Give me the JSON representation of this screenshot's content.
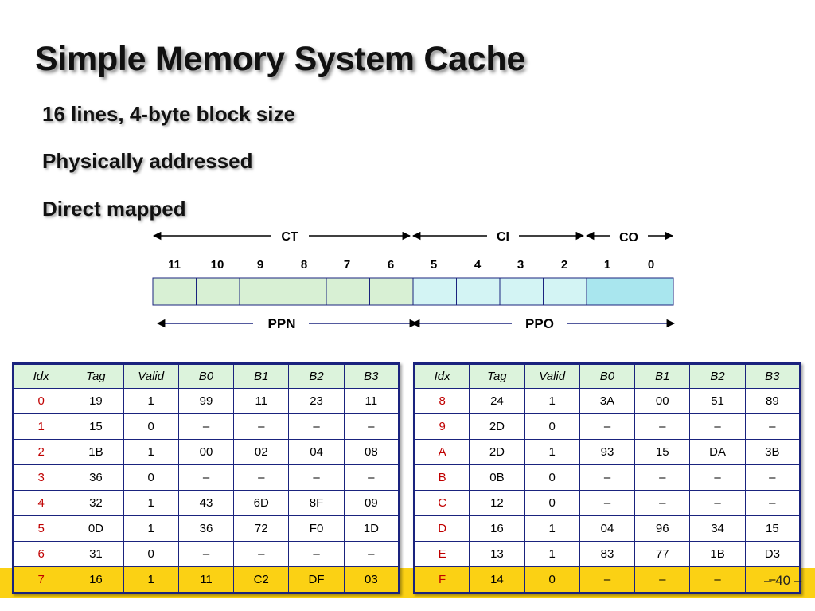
{
  "slide": {
    "title": "Simple Memory System Cache",
    "bullets": [
      "16 lines, 4-byte block size",
      "Physically addressed",
      "Direct mapped"
    ],
    "page_number": "– 40 –"
  },
  "address": {
    "fields": [
      {
        "label": "CT"
      },
      {
        "label": "CI"
      },
      {
        "label": "CO"
      }
    ],
    "bits": [
      "11",
      "10",
      "9",
      "8",
      "7",
      "6",
      "5",
      "4",
      "3",
      "2",
      "1",
      "0"
    ],
    "lower_fields": [
      {
        "label": "PPN"
      },
      {
        "label": "PPO"
      }
    ],
    "colors": {
      "ct": "#d8f0d4",
      "ci": "#d3f4f4",
      "co": "#a9e6ee",
      "border": "#1a237e",
      "header": "#dcf3dc",
      "highlight": "#fbd114",
      "index_text": "#c00000"
    }
  },
  "cache_left": {
    "headers": [
      "Idx",
      "Tag",
      "Valid",
      "B0",
      "B1",
      "B2",
      "B3"
    ],
    "rows": [
      [
        "0",
        "19",
        "1",
        "99",
        "11",
        "23",
        "11"
      ],
      [
        "1",
        "15",
        "0",
        "–",
        "–",
        "–",
        "–"
      ],
      [
        "2",
        "1B",
        "1",
        "00",
        "02",
        "04",
        "08"
      ],
      [
        "3",
        "36",
        "0",
        "–",
        "–",
        "–",
        "–"
      ],
      [
        "4",
        "32",
        "1",
        "43",
        "6D",
        "8F",
        "09"
      ],
      [
        "5",
        "0D",
        "1",
        "36",
        "72",
        "F0",
        "1D"
      ],
      [
        "6",
        "31",
        "0",
        "–",
        "–",
        "–",
        "–"
      ],
      [
        "7",
        "16",
        "1",
        "11",
        "C2",
        "DF",
        "03"
      ]
    ]
  },
  "cache_right": {
    "headers": [
      "Idx",
      "Tag",
      "Valid",
      "B0",
      "B1",
      "B2",
      "B3"
    ],
    "rows": [
      [
        "8",
        "24",
        "1",
        "3A",
        "00",
        "51",
        "89"
      ],
      [
        "9",
        "2D",
        "0",
        "–",
        "–",
        "–",
        "–"
      ],
      [
        "A",
        "2D",
        "1",
        "93",
        "15",
        "DA",
        "3B"
      ],
      [
        "B",
        "0B",
        "0",
        "–",
        "–",
        "–",
        "–"
      ],
      [
        "C",
        "12",
        "0",
        "–",
        "–",
        "–",
        "–"
      ],
      [
        "D",
        "16",
        "1",
        "04",
        "96",
        "34",
        "15"
      ],
      [
        "E",
        "13",
        "1",
        "83",
        "77",
        "1B",
        "D3"
      ],
      [
        "F",
        "14",
        "0",
        "–",
        "–",
        "–",
        "–"
      ]
    ]
  }
}
